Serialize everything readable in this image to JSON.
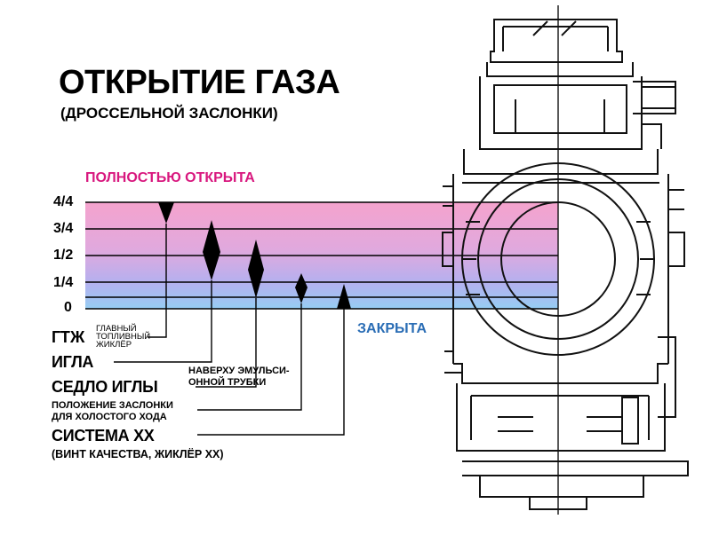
{
  "title": "ОТКРЫТИЕ ГАЗА",
  "subtitle": "(ДРОССЕЛЬНОЙ ЗАСЛОНКИ)",
  "states": {
    "open": "ПОЛНОСТЬЮ ОТКРЫТА",
    "closed": "ЗАКРЫТА"
  },
  "scale_ticks": [
    "4/4",
    "3/4",
    "1/2",
    "1/4",
    "0"
  ],
  "components": {
    "main_jet": {
      "abbr": "ГТЖ",
      "note": [
        "ГЛАВНЫЙ",
        "ТОПЛИВНЫЙ",
        "ЖИКЛЁР"
      ]
    },
    "needle": {
      "label": "ИГЛА"
    },
    "needle_jet": {
      "label": "СЕДЛО ИГЛЫ",
      "note": [
        "НАВЕРХУ ЭМУЛЬСИ-",
        "ОННОЙ ТРУБКИ"
      ]
    },
    "slide_cutaway": {
      "note": [
        "ПОЛОЖЕНИЕ ЗАСЛОНКИ",
        "ДЛЯ ХОЛОСТОГО ХОДА"
      ]
    },
    "idle_system": {
      "label": "СИСТЕМА ХХ",
      "note": "(ВИНТ КАЧЕСТВА, ЖИКЛЁР ХХ)"
    }
  },
  "colors": {
    "band_top": "#f4a6cf",
    "band_mid": "#c5a8ec",
    "band_bottom": "#9fcbf2",
    "open_text": "#d8177e",
    "closed_text": "#2a6db5"
  }
}
